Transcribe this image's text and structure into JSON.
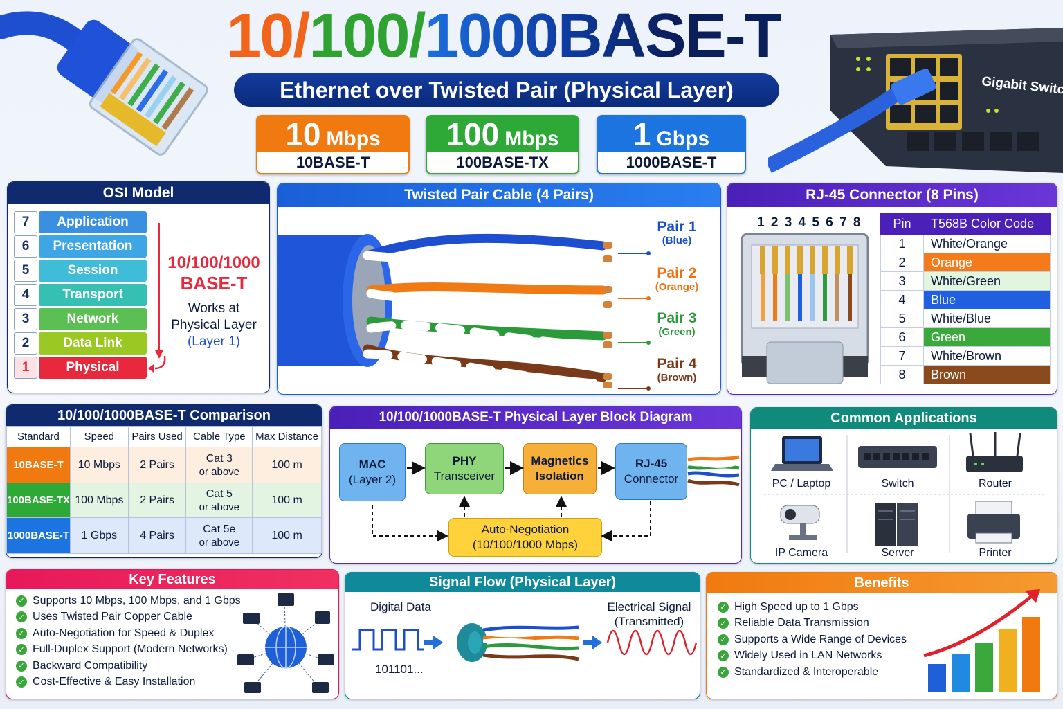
{
  "header": {
    "title_part1": "10/",
    "title_part2": "100/",
    "title_part3": "1000BASE-T",
    "subtitle": "Ethernet over Twisted Pair (Physical Layer)",
    "switch_label": "Gigabit Switch"
  },
  "speeds": [
    {
      "num": "10",
      "unit": "Mbps",
      "standard": "10BASE-T",
      "color": "#f07a10"
    },
    {
      "num": "100",
      "unit": "Mbps",
      "standard": "100BASE-TX",
      "color": "#2ea836"
    },
    {
      "num": "1",
      "unit": "Gbps",
      "standard": "1000BASE-T",
      "color": "#1c74e0"
    }
  ],
  "osi": {
    "title": "OSI Model",
    "layers": [
      {
        "num": "7",
        "name": "Application",
        "color": "#3a8fe0"
      },
      {
        "num": "6",
        "name": "Presentation",
        "color": "#3fa6e6"
      },
      {
        "num": "5",
        "name": "Session",
        "color": "#3fbcd8"
      },
      {
        "num": "4",
        "name": "Transport",
        "color": "#36c0b4"
      },
      {
        "num": "3",
        "name": "Network",
        "color": "#5cbf54"
      },
      {
        "num": "2",
        "name": "Data Link",
        "color": "#9cc824"
      },
      {
        "num": "1",
        "name": "Physical",
        "color": "#e8283c"
      }
    ],
    "callout_title1": "10/100/1000",
    "callout_title2": "BASE-T",
    "callout_line1": "Works at",
    "callout_line2": "Physical Layer",
    "callout_line3": "(Layer 1)"
  },
  "cable": {
    "title": "Twisted Pair Cable (4 Pairs)",
    "pairs": [
      {
        "name": "Pair 1",
        "color_name": "(Blue)",
        "color": "#1a4fc8"
      },
      {
        "name": "Pair 2",
        "color_name": "(Orange)",
        "color": "#f07010"
      },
      {
        "name": "Pair 3",
        "color_name": "(Green)",
        "color": "#2a9a3a"
      },
      {
        "name": "Pair 4",
        "color_name": "(Brown)",
        "color": "#7a3a1a"
      }
    ]
  },
  "rj45": {
    "title": "RJ-45 Connector (8 Pins)",
    "pin_numbers": "1 2 3 4 5 6 7 8",
    "header_pin": "Pin",
    "header_code": "T568B Color Code",
    "pins": [
      {
        "pin": "1",
        "label": "White/Orange",
        "bg": "#ffffff",
        "fg": "#0b1a3a"
      },
      {
        "pin": "2",
        "label": "Orange",
        "bg": "#f47a1a",
        "fg": "#ffffff"
      },
      {
        "pin": "3",
        "label": "White/Green",
        "bg": "#e2f5df",
        "fg": "#0b1a3a"
      },
      {
        "pin": "4",
        "label": "Blue",
        "bg": "#1f5fe0",
        "fg": "#ffffff"
      },
      {
        "pin": "5",
        "label": "White/Blue",
        "bg": "#ffffff",
        "fg": "#0b1a3a"
      },
      {
        "pin": "6",
        "label": "Green",
        "bg": "#3aa83a",
        "fg": "#ffffff"
      },
      {
        "pin": "7",
        "label": "White/Brown",
        "bg": "#ffffff",
        "fg": "#0b1a3a"
      },
      {
        "pin": "8",
        "label": "Brown",
        "bg": "#8a4a1e",
        "fg": "#ffffff"
      }
    ]
  },
  "comparison": {
    "title": "10/100/1000BASE-T Comparison",
    "headers": [
      "Standard",
      "Speed",
      "Pairs Used",
      "Cable Type",
      "Max Distance"
    ],
    "rows": [
      {
        "standard": "10BASE-T",
        "speed": "10 Mbps",
        "pairs": "2 Pairs",
        "cable1": "Cat 3",
        "cable2": "or above",
        "distance": "100 m",
        "color": "#f07a10",
        "bg": "#fdeee0"
      },
      {
        "standard": "100BASE-TX",
        "speed": "100 Mbps",
        "pairs": "2 Pairs",
        "cable1": "Cat 5",
        "cable2": "or above",
        "distance": "100 m",
        "color": "#2ea836",
        "bg": "#e4f4e2"
      },
      {
        "standard": "1000BASE-T",
        "speed": "1 Gbps",
        "pairs": "4 Pairs",
        "cable1": "Cat 5e",
        "cable2": "or above",
        "distance": "100 m",
        "color": "#1c74e0",
        "bg": "#dde9fb"
      }
    ]
  },
  "block": {
    "title": "10/100/1000BASE-T Physical Layer Block Diagram",
    "mac1": "MAC",
    "mac2": "(Layer 2)",
    "phy1": "PHY",
    "phy2": "Transceiver",
    "mag1": "Magnetics",
    "mag2": "Isolation",
    "rj1": "RJ-45",
    "rj2": "Connector",
    "auto1": "Auto-Negotiation",
    "auto2": "(10/100/1000 Mbps)"
  },
  "apps": {
    "title": "Common Applications",
    "items": [
      "PC / Laptop",
      "Switch",
      "Router",
      "IP Camera",
      "Server",
      "Printer"
    ]
  },
  "features": {
    "title": "Key Features",
    "items": [
      "Supports 10 Mbps, 100 Mbps, and 1 Gbps",
      "Uses Twisted Pair Copper Cable",
      "Auto-Negotiation for Speed & Duplex",
      "Full-Duplex Support (Modern Networks)",
      "Backward Compatibility",
      "Cost-Effective & Easy Installation"
    ]
  },
  "signal": {
    "title": "Signal Flow (Physical Layer)",
    "digital": "Digital Data",
    "bits": "101101...",
    "elec1": "Electrical Signal",
    "elec2": "(Transmitted)"
  },
  "benefits": {
    "title": "Benefits",
    "items": [
      "High Speed up to 1 Gbps",
      "Reliable Data Transmission",
      "Supports a Wide Range of Devices",
      "Widely Used in LAN Networks",
      "Standardized & Interoperable"
    ]
  }
}
